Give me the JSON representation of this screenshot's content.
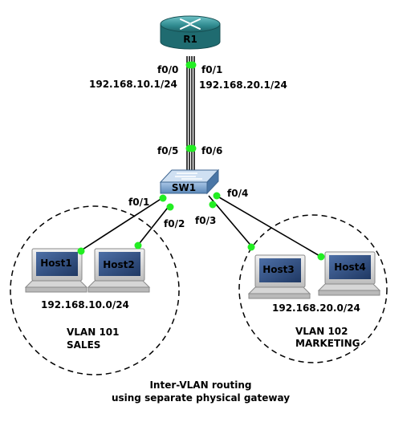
{
  "router": {
    "label": "R1"
  },
  "switch": {
    "label": "SW1"
  },
  "ports": {
    "r1_f00": "f0/0",
    "r1_f01": "f0/1",
    "sw_f05": "f0/5",
    "sw_f06": "f0/6",
    "sw_f01": "f0/1",
    "sw_f02": "f0/2",
    "sw_f03": "f0/3",
    "sw_f04": "f0/4"
  },
  "addresses": {
    "r1_f00_ip": "192.168.10.1/24",
    "r1_f01_ip": "192.168.20.1/24",
    "vlan101_net": "192.168.10.0/24",
    "vlan102_net": "192.168.20.0/24"
  },
  "hosts": [
    {
      "label": "Host1"
    },
    {
      "label": "Host2"
    },
    {
      "label": "Host3"
    },
    {
      "label": "Host4"
    }
  ],
  "vlans": [
    {
      "id_label": "VLAN 101",
      "name": "SALES"
    },
    {
      "id_label": "VLAN 102",
      "name": "MARKETING"
    }
  ],
  "caption": {
    "line1": "Inter-VLAN routing",
    "line2": "using separate physical gateway"
  },
  "colors": {
    "link_dot": "#22ee22",
    "router_body": "#2f8a8f",
    "switch_body": "#5b88b8",
    "screen": "#2c4a7a",
    "monitor": "#d8d8d8"
  }
}
